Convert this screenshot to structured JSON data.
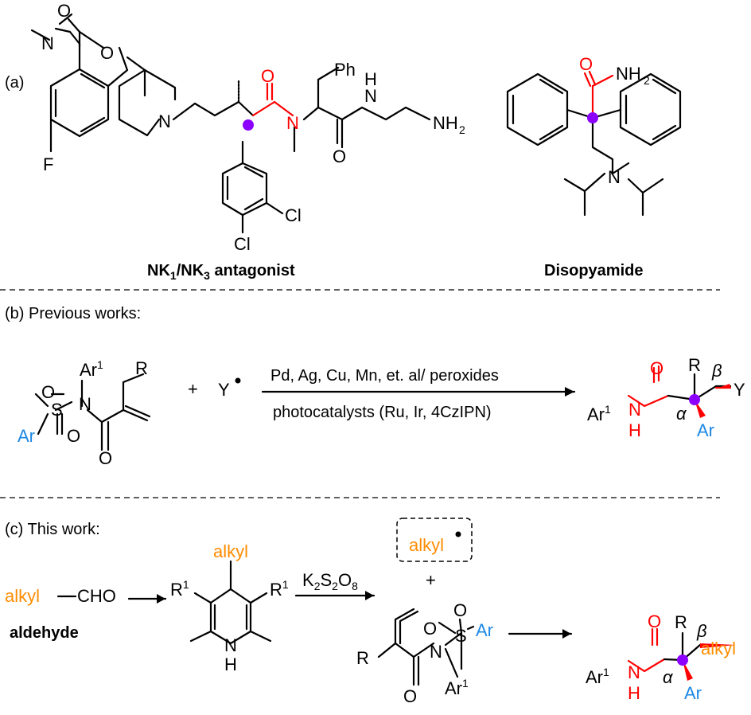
{
  "colors": {
    "text": "#000000",
    "highlight_red": "#ff0000",
    "aryl_blue": "#1e88e5",
    "alkyl_orange": "#ff8c00",
    "stereocenter_dot": "#8b00ff"
  },
  "section_a": {
    "label": "(a)",
    "nk": {
      "name_prefix": "NK",
      "sub1": "1",
      "mid": "/NK",
      "sub3": "3",
      "suffix": " antagonist",
      "atoms": {
        "o_carbonyl": "O",
        "n_ring": "N",
        "o_ring": "O",
        "f": "F",
        "n_pip": "N",
        "o_amide": "O",
        "n_me": "N",
        "ph": "Ph",
        "nh": "N",
        "h": "H",
        "o2": "O",
        "nh2": "NH",
        "nh2_sub": "2",
        "cl1": "Cl",
        "cl2": "Cl"
      }
    },
    "disopyamide": {
      "name": "Disopyamide",
      "atoms": {
        "o": "O",
        "nh2": "NH",
        "nh2_sub": "2",
        "n": "N"
      }
    }
  },
  "section_b": {
    "label": "(b) Previous works:",
    "reactant": {
      "ar1": "Ar",
      "ar1_sup": "1",
      "n": "N",
      "s": "S",
      "o1": "O",
      "o2": "O",
      "ar": "Ar",
      "r": "R",
      "o3": "O"
    },
    "plus": "+",
    "radical": "Y",
    "conditions_top": "Pd, Ag, Cu, Mn, et. al/ peroxides",
    "conditions_bottom": "photocatalysts (Ru, Ir, 4CzIPN)",
    "product": {
      "o": "O",
      "r": "R",
      "beta": "β",
      "y": "Y",
      "ar1": "Ar",
      "ar1_sup": "1",
      "n": "N",
      "h": "H",
      "alpha": "α",
      "ar": "Ar"
    }
  },
  "section_c": {
    "label": "(c) This work:",
    "aldehyde": {
      "alkyl": "alkyl",
      "cho": "CHO",
      "name": "aldehyde"
    },
    "dhp": {
      "alkyl": "alkyl",
      "r_left": "R",
      "r_left_sup": "1",
      "r_right": "R",
      "r_right_sup": "1",
      "n": "N",
      "h": "H"
    },
    "oxidant": {
      "k": "K",
      "k_sub": "2",
      "s": "S",
      "s_sub": "2",
      "o": "O",
      "o_sub": "8"
    },
    "radical": "alkyl",
    "plus": "+",
    "acrylamide": {
      "o1": "O",
      "s": "S",
      "ar": "Ar",
      "o2": "O",
      "r": "R",
      "n": "N",
      "o3": "O",
      "ar1": "Ar",
      "ar1_sup": "1"
    },
    "product": {
      "o": "O",
      "r": "R",
      "beta": "β",
      "alkyl": "alkyl",
      "ar1": "Ar",
      "ar1_sup": "1",
      "n": "N",
      "h": "H",
      "alpha": "α",
      "ar": "Ar"
    }
  }
}
